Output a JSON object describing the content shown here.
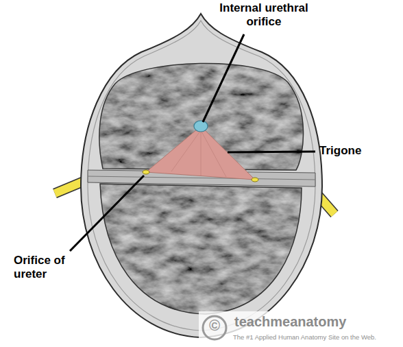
{
  "diagram": {
    "labels": [
      "Internal urethral orifice",
      "Trigone",
      "Orifice of ureter",
      "©",
      "teachmeanatomy",
      "The #1 Applied Human Anatomy Site on the Web."
    ]
  }
}
